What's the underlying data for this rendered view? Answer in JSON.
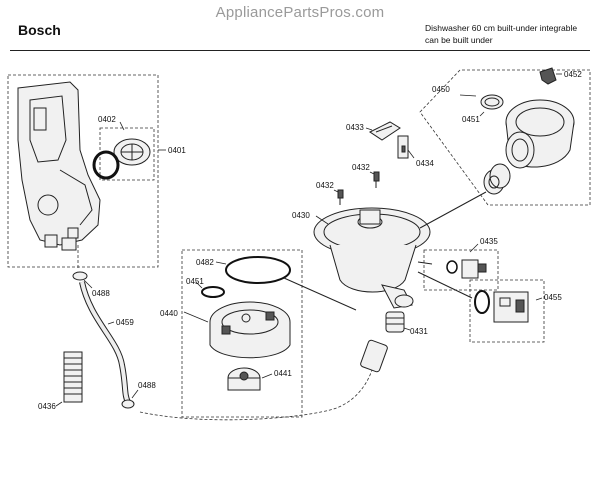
{
  "header": {
    "watermark": "AppliancePartsPros.com",
    "brand": "Bosch",
    "description_line1": "Dishwasher 60 cm built-under integrable",
    "description_line2": "can be built under"
  },
  "callouts": {
    "c0401": "0401",
    "c0402": "0402",
    "c0450": "0450",
    "c0451_top": "0451",
    "c0452": "0452",
    "c0433": "0433",
    "c0434": "0434",
    "c0432_a": "0432",
    "c0432_b": "0432",
    "c0430": "0430",
    "c0435": "0435",
    "c0455": "0455",
    "c0431": "0431",
    "c0482": "0482",
    "c0451_mid": "0451",
    "c0440": "0440",
    "c0441": "0441",
    "c0488_top": "0488",
    "c0459": "0459",
    "c0488_bot": "0488",
    "c0436": "0436"
  }
}
